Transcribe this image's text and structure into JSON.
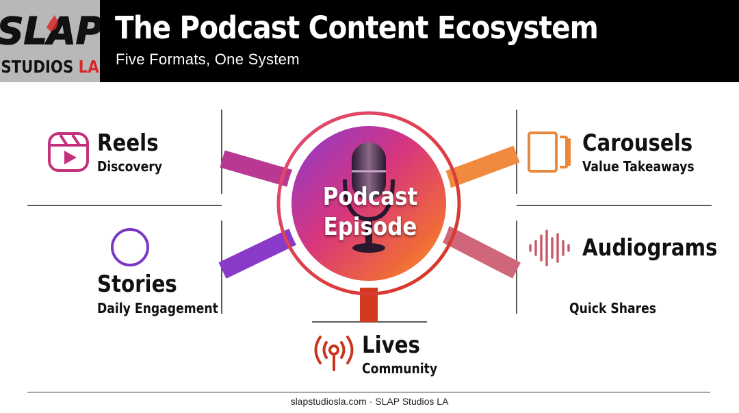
{
  "logo": {
    "name": "SLAP",
    "sub": "STUDIOS LA"
  },
  "header": {
    "title": "The Podcast Content Ecosystem",
    "subtitle": "Five Formats, One System"
  },
  "center": {
    "line1": "Podcast",
    "line2": "Episode",
    "icon": "microphone-icon"
  },
  "formats": [
    {
      "title": "Reels",
      "subtitle": "Discovery",
      "icon": "reels-icon",
      "color": "#c2327a"
    },
    {
      "title": "Stories",
      "subtitle": "Daily Engagement",
      "icon": "stories-circle-icon",
      "color": "#7a36c4"
    },
    {
      "title": "Lives",
      "subtitle": "Community",
      "icon": "broadcast-icon",
      "color": "#c8361d"
    },
    {
      "title": "Carousels",
      "subtitle": "Value Takeaways",
      "icon": "carousel-icon",
      "color": "#e8883c"
    },
    {
      "title": "Audiograms",
      "subtitle": "Quick Shares",
      "icon": "waveform-icon",
      "color": "#c85a6a"
    }
  ],
  "footer": {
    "text": "slapstudiosla.com · SLAP Studios LA"
  }
}
